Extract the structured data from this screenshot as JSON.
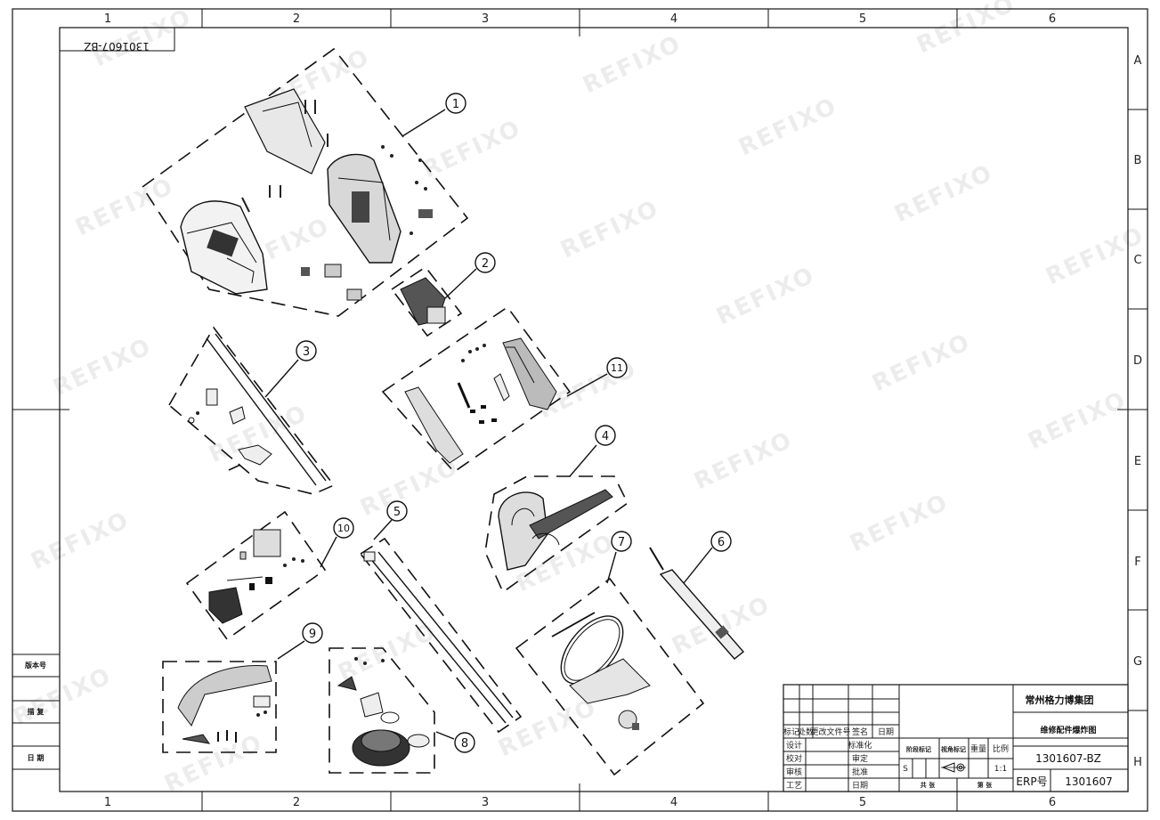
{
  "sheet": {
    "drawing_code_stamp": "1301607-BZ",
    "col_labels": [
      "1",
      "2",
      "3",
      "4",
      "5",
      "6"
    ],
    "row_labels": [
      "A",
      "B",
      "C",
      "D",
      "E",
      "F",
      "G",
      "H"
    ],
    "watermark": "REFIXO"
  },
  "side_table": {
    "version_label": "版本号",
    "copy_label": "描 复",
    "date_label": "日 期"
  },
  "title_block": {
    "h_mark": "标记",
    "h_count": "处数",
    "h_change_doc": "更改文件号",
    "h_sign": "签名",
    "h_date": "日期",
    "r_design": "设计",
    "r_std": "标准化",
    "r_check": "校对",
    "r_review": "审定",
    "r_audit": "审核",
    "r_approve": "批准",
    "r_process": "工艺",
    "r_date2": "日期",
    "stage_mark": "阶段标记",
    "view_mark": "视角标记",
    "weight": "重量",
    "scale": "比例",
    "stage_value": "S",
    "scale_value": "1:1",
    "total_sheets": "共 张",
    "sheet_no": "第 张",
    "company": "常州格力博集团",
    "drawing_title": "维修配件爆炸图",
    "drawing_number": "1301607-BZ",
    "erp_label": "ERP号",
    "erp_value": "1301607"
  },
  "balloons": [
    "1",
    "2",
    "3",
    "4",
    "5",
    "6",
    "7",
    "8",
    "9",
    "10",
    "11"
  ]
}
